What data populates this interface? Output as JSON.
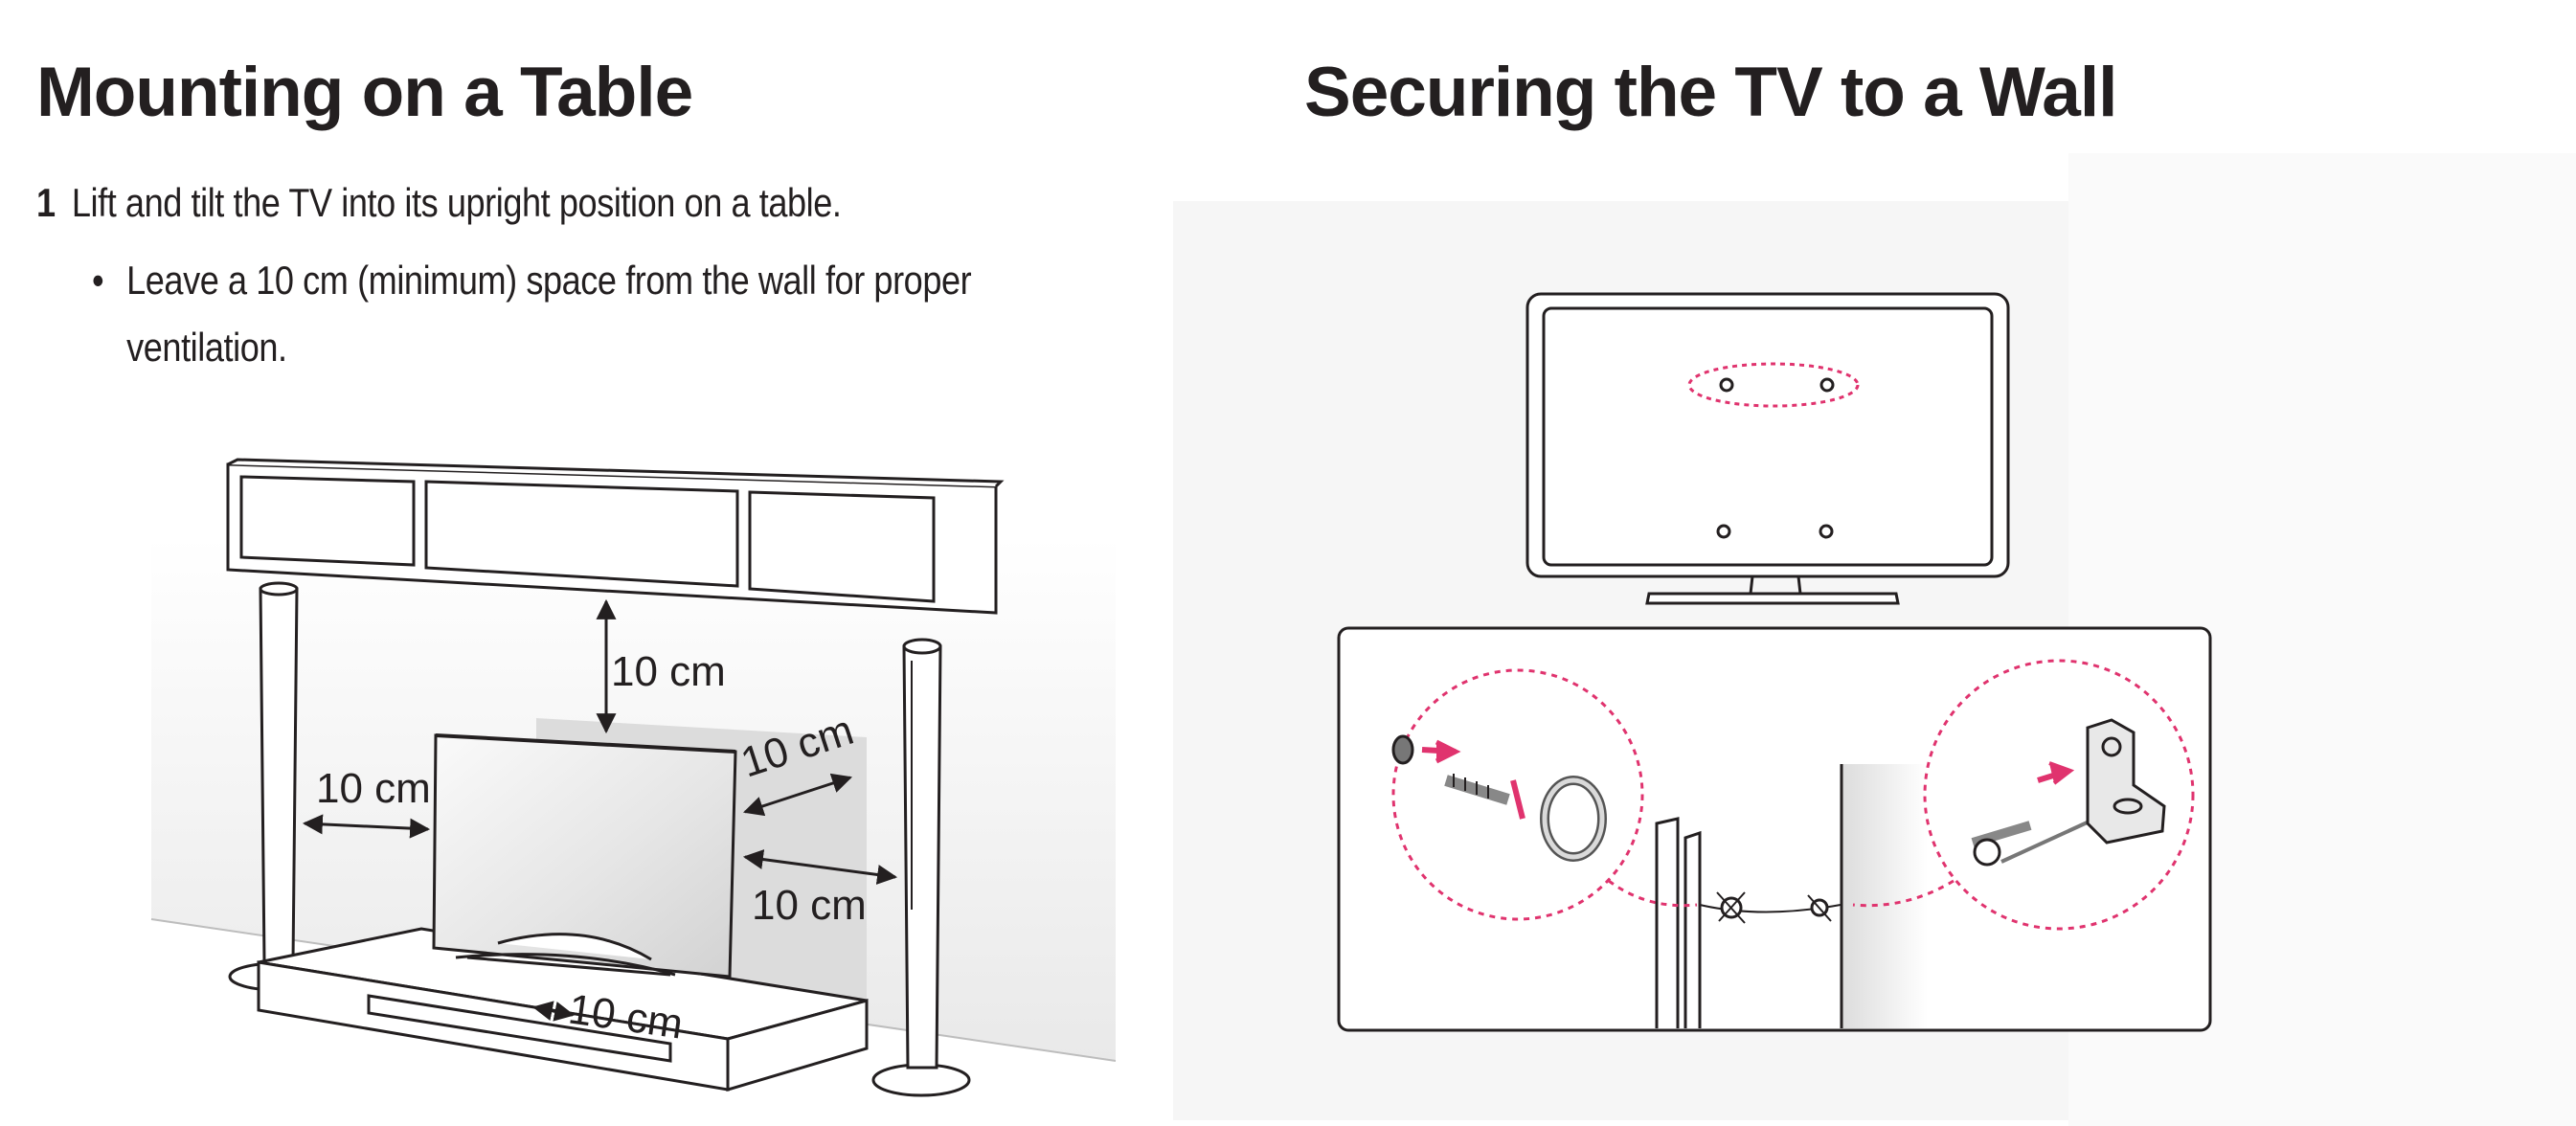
{
  "left_section": {
    "title": "Mounting on a Table",
    "step_number": "1",
    "step_text": "Lift and tilt the TV into its upright position on a table.",
    "bullet_symbol": "•",
    "bullet_text": "Leave a 10 cm (minimum) space from the wall for proper ventilation.",
    "dimension_labels": [
      "10 cm",
      "10 cm",
      "10 cm",
      "10 cm",
      "10 cm"
    ]
  },
  "right_section": {
    "title": "Securing the TV to a Wall"
  },
  "colors": {
    "text": "#231f20",
    "accent_pink": "#e0336e",
    "panel_gray": "#f3f3f3"
  }
}
